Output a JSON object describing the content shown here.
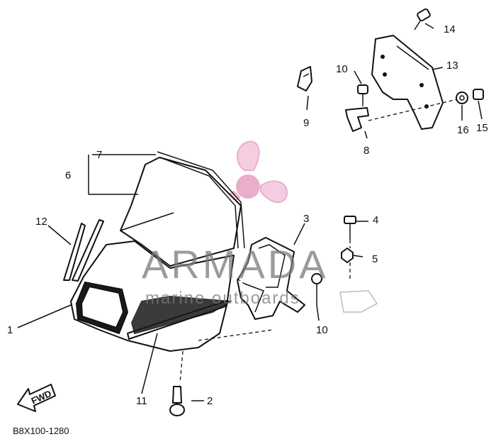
{
  "diagram": {
    "part_code": "B8X100-1280",
    "arrow_label": "FWD",
    "watermark": {
      "brand": "ARMADA",
      "tagline": "marine outboards",
      "accent_color": "#e8a6c8"
    },
    "callouts": [
      "1",
      "2",
      "3",
      "4",
      "5",
      "6",
      "7",
      "8",
      "9",
      "10",
      "10",
      "11",
      "12",
      "13",
      "14",
      "15",
      "16"
    ]
  }
}
